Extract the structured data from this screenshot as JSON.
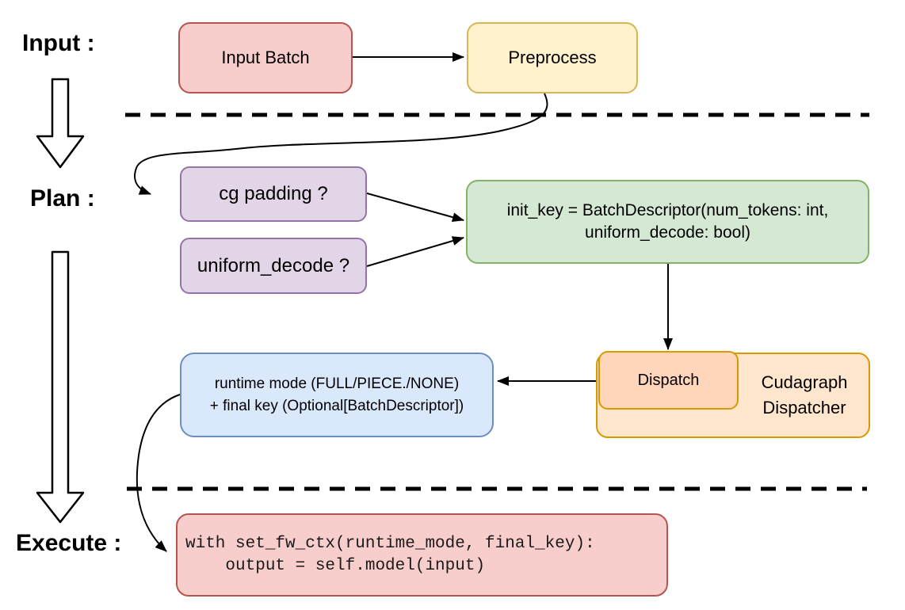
{
  "colors": {
    "pink_fill": "#f8cecc",
    "pink_stroke": "#b85450",
    "yellow_fill": "#fff2cc",
    "yellow_stroke": "#d6b656",
    "purple_fill": "#e1d5e7",
    "purple_stroke": "#9673a6",
    "green_fill": "#d5e8d4",
    "green_stroke": "#82b366",
    "orange_fill": "#ffe6cc",
    "orange_stroke": "#d79b00",
    "dispatch_fill": "#ffd5bc",
    "blue_fill": "#dae8fc",
    "blue_stroke": "#6c8ebf",
    "line_color": "#000000"
  },
  "phases": {
    "input": "Input :",
    "plan": "Plan :",
    "execute": "Execute :"
  },
  "nodes": {
    "input_batch": {
      "label": "Input Batch"
    },
    "preprocess": {
      "label": "Preprocess"
    },
    "cg_padding": {
      "label": "cg padding ?"
    },
    "uniform_decode": {
      "label": "uniform_decode ?"
    },
    "init_key": {
      "line1": "init_key = BatchDescriptor(num_tokens: int,",
      "line2": "uniform_decode: bool)"
    },
    "runtime_mode": {
      "line1": "runtime mode (FULL/PIECE./NONE)",
      "line2": "+ final key (Optional[BatchDescriptor])"
    },
    "dispatch": {
      "label": "Dispatch"
    },
    "cudagraph_dispatcher": {
      "line1": "Cudagraph",
      "line2": "Dispatcher"
    },
    "execute_code": {
      "line1": "with set_fw_ctx(runtime_mode, final_key):",
      "line2": "    output = self.model(input)"
    }
  }
}
